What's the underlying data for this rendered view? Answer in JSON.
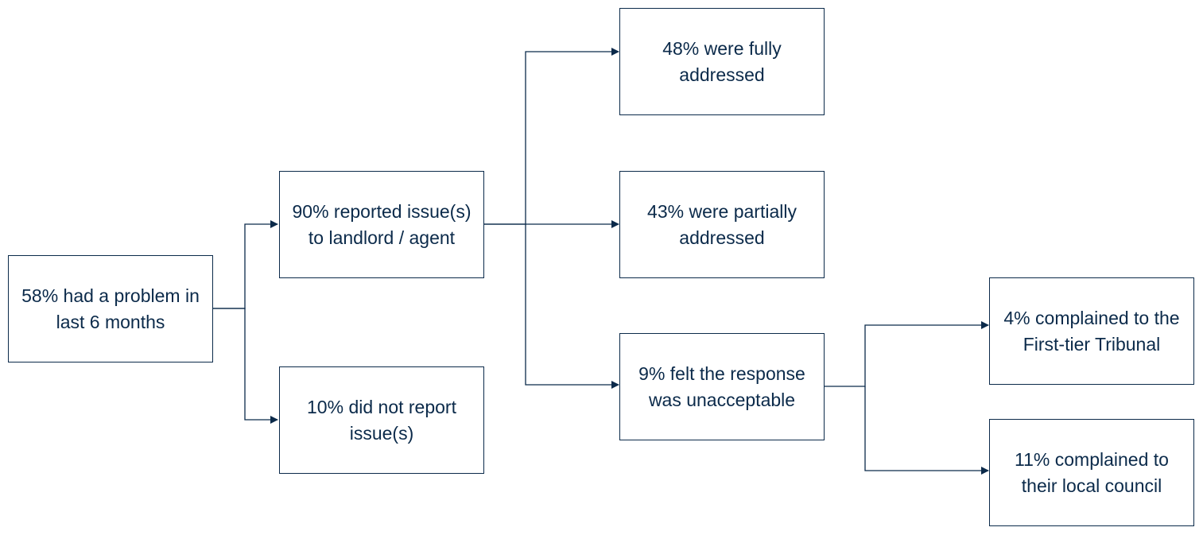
{
  "colors": {
    "stroke": "#0b2a4a",
    "text": "#0b2a4a",
    "background": "#ffffff"
  },
  "nodes": {
    "had_problem": "58% had a problem in last 6 months",
    "reported": "90% reported issue(s) to landlord / agent",
    "not_reported": "10% did not report issue(s)",
    "fully_addressed": "48% were fully addressed",
    "partially_addressed": "43% were partially addressed",
    "unacceptable": "9% felt the response was unacceptable",
    "tribunal": "4% complained to the First-tier Tribunal",
    "council": "11% complained to their local council"
  }
}
